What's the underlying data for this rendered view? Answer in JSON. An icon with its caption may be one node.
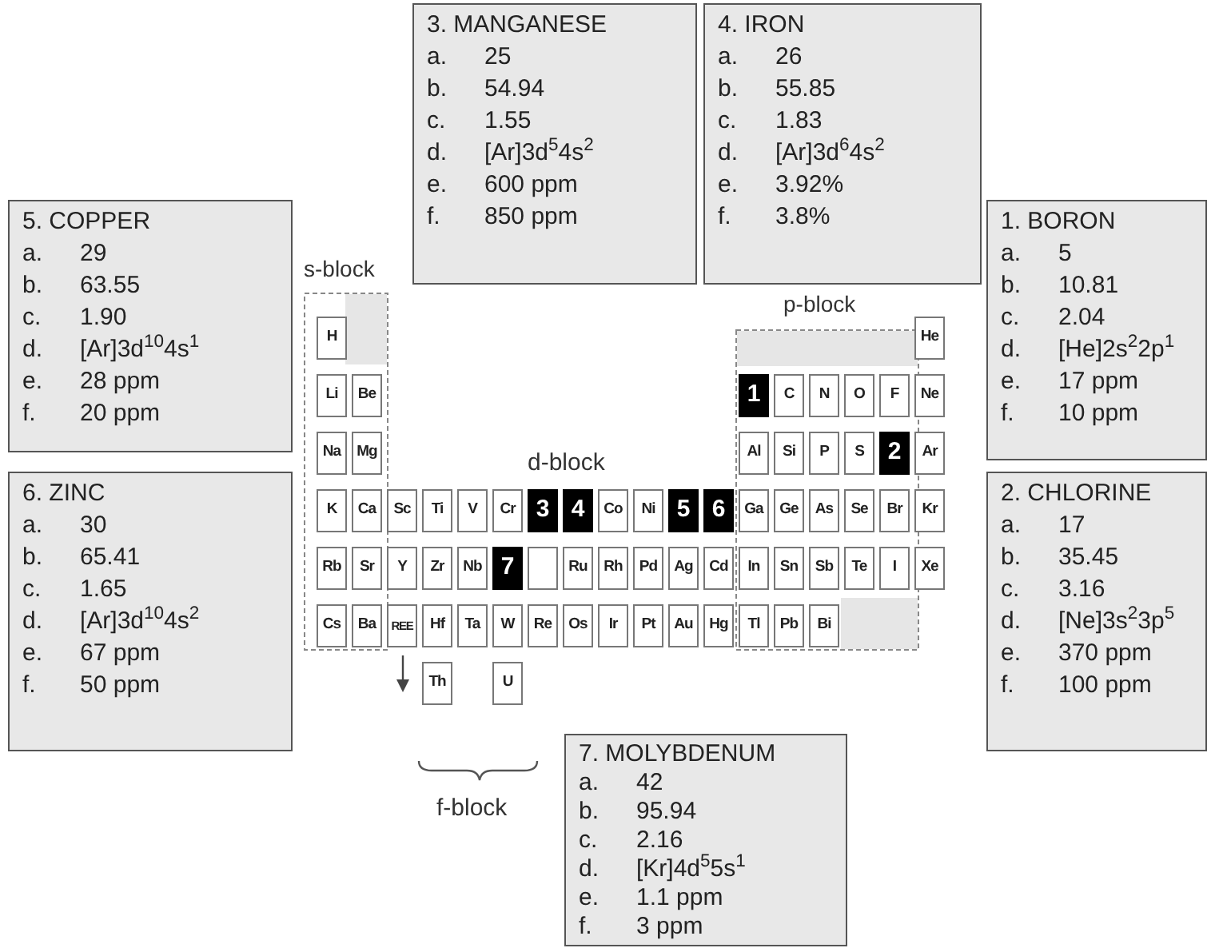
{
  "diagram": {
    "nodes": [
      {
        "text": [
          "3. MANGANESE",
          "a.",
          "25",
          "b.",
          "54.94",
          "c.",
          "1.55",
          "d.",
          "[Ar]3d$^{5}$4s$^{2}$",
          "e.",
          "600 ppm",
          "f.",
          "850 ppm"
        ]
      },
      {
        "text": [
          "4. IRON",
          "a.",
          "26",
          "b.",
          "55.85",
          "c.",
          "1.83",
          "d.",
          "[Ar]3d$^{6}$4s$^{2}$",
          "e.",
          "3.92%",
          "f.",
          "3.8%"
        ]
      },
      {
        "text": [
          "5. COPPER",
          "a.",
          "29",
          "b.",
          "63.55",
          "c.",
          "1.90",
          "d.",
          "[Ar]3d$^{10}$4s$^{1}$",
          "e.",
          "28 ppm",
          "f.",
          "20 ppm"
        ]
      },
      {
        "text": [
          "1. BORON",
          "a.",
          "5",
          "b.",
          "10.81",
          "c.",
          "2.04",
          "d.",
          "[He]2s$^{2}$2p$^{1}$",
          "e.",
          "17 ppm",
          "f.",
          "10 ppm"
        ]
      },
      {
        "text": [
          "s-block"
        ]
      },
      {
        "text": [
          "p-block"
        ]
      },
      {
        "text": [
          "H"
        ],
        "in": 4
      },
      {
        "text": [
          "He"
        ]
      },
      {
        "text": [
          "Li"
        ],
        "in": 4
      },
      {
        "text": [
          "Be"
        ],
        "in": 4
      },
      {
        "text": [
          "1"
        ],
        "in": 5
      },
      {
        "text": [
          "C"
        ],
        "in": 5
      },
      {
        "text": [
          "N"
        ],
        "in": 5
      },
      {
        "text": [
          "O"
        ],
        "in": 5
      },
      {
        "text": [
          "F"
        ],
        "in": 5
      },
      {
        "text": [
          "Ne"
        ]
      },
      {
        "text": [
          "Na"
        ],
        "in": 4
      },
      {
        "text": [
          "Mg"
        ],
        "in": 4
      },
      {
        "text": [
          "Al"
        ],
        "in": 5
      },
      {
        "text": [
          "Si"
        ],
        "in": 5
      },
      {
        "text": [
          "P"
        ],
        "in": 5
      },
      {
        "text": [
          "S"
        ],
        "in": 5
      },
      {
        "text": [
          "2"
        ],
        "in": 5
      },
      {
        "text": [
          "Ar"
        ]
      },
      {
        "text": [
          "K"
        ],
        "in": 4
      },
      {
        "text": [
          "Ca"
        ],
        "in": 4
      },
      {
        "text": [
          "Sc"
        ]
      },
      {
        "text": [
          "Ti"
        ]
      },
      {
        "text": [
          "V"
        ]
      },
      {
        "text": [
          "Cr"
        ]
      },
      {
        "text": [
          "3"
        ]
      },
      {
        "text": [
          "4"
        ]
      },
      {
        "text": [
          "Co"
        ]
      },
      {
        "text": [
          "Ni"
        ]
      },
      {
        "text": [
          "5"
        ]
      },
      {
        "text": [
          "6"
        ]
      },
      {
        "text": [
          "Ga"
        ],
        "in": 5
      },
      {
        "text": [
          "Ge"
        ],
        "in": 5
      },
      {
        "text": [
          "As"
        ],
        "in": 5
      },
      {
        "text": [
          "Se"
        ],
        "in": 5
      },
      {
        "text": [
          "Br"
        ],
        "in": 5
      },
      {
        "text": [
          "Kr"
        ]
      },
      {
        "text": [
          "Rb"
        ],
        "in": 4
      },
      {
        "text": [
          "Sr"
        ],
        "in": 4
      },
      {
        "text": [
          "Y"
        ]
      },
      {
        "text": [
          "Zr"
        ]
      },
      {
        "text": [
          "Nb"
        ]
      },
      {
        "text": [
          "7"
        ]
      },
      {
        "text": [],
        "shape": "box"
      },
      {
        "text": [
          "Ru"
        ]
      },
      {
        "text": [
          "Rh"
        ]
      },
      {
        "text": [
          "Pd"
        ]
      },
      {
        "text": [
          "Ag"
        ]
      },
      {
        "text": [
          "Cd"
        ]
      },
      {
        "text": [
          "In"
        ],
        "in": 5
      },
      {
        "text": [
          "Sn"
        ],
        "in": 5
      },
      {
        "text": [
          "Sb"
        ],
        "in": 5
      },
      {
        "text": [
          "Te"
        ],
        "in": 5
      },
      {
        "text": [
          "I"
        ],
        "in": 5
      },
      {
        "text": [
          "Xe"
        ]
      },
      {
        "text": [
          "Cs"
        ],
        "in": 4
      },
      {
        "text": [
          "Ba"
        ],
        "in": 4
      },
      {
        "text": [
          "REE"
        ]
      },
      {
        "text": [
          "Hf"
        ]
      },
      {
        "text": [
          "Ta"
        ]
      },
      {
        "text": [
          "W"
        ]
      },
      {
        "text": [
          "Re"
        ]
      },
      {
        "text": [
          "Os"
        ]
      },
      {
        "text": [
          "Ir"
        ]
      },
      {
        "text": [
          "Pt"
        ]
      },
      {
        "text": [
          "Au"
        ]
      },
      {
        "text": [
          "Hg"
        ]
      },
      {
        "text": [
          "Tl"
        ],
        "in": 5
      },
      {
        "text": [
          "Pb"
        ],
        "in": 5
      },
      {
        "text": [
          "Bi"
        ],
        "in": 5
      },
      {
        "text": [
          "Th"
        ]
      },
      {
        "text": [
          "U"
        ]
      },
      {
        "text": [
          "6. ZINC",
          "a.",
          "30",
          "b.",
          "65.41",
          "c.",
          "1.65",
          "d.",
          "[Ar]3d$^{10}$4s$^{2}$",
          "e.",
          "67 ppm",
          "f.",
          "50 ppm"
        ]
      },
      {
        "text": [
          "2. CHLORINE",
          "a.",
          "17",
          "b.",
          "35.45",
          "c.",
          "3.16",
          "d.",
          "[Ne]3s$^{2}$3p$^{5}$",
          "e.",
          "370 ppm",
          "f.",
          "100 ppm"
        ]
      },
      {
        "text": [
          "7. MOLYBDENUM",
          "a.",
          "42",
          "b.",
          "95.94",
          "c.",
          "2.16",
          "d.",
          "[Kr]4d$^{5}$5s$^{1}$",
          "e.",
          "1.1 ppm",
          "f.",
          "3 ppm"
        ]
      }
    ],
    "labels": [
      "d-block",
      "f-block"
    ]
  }
}
